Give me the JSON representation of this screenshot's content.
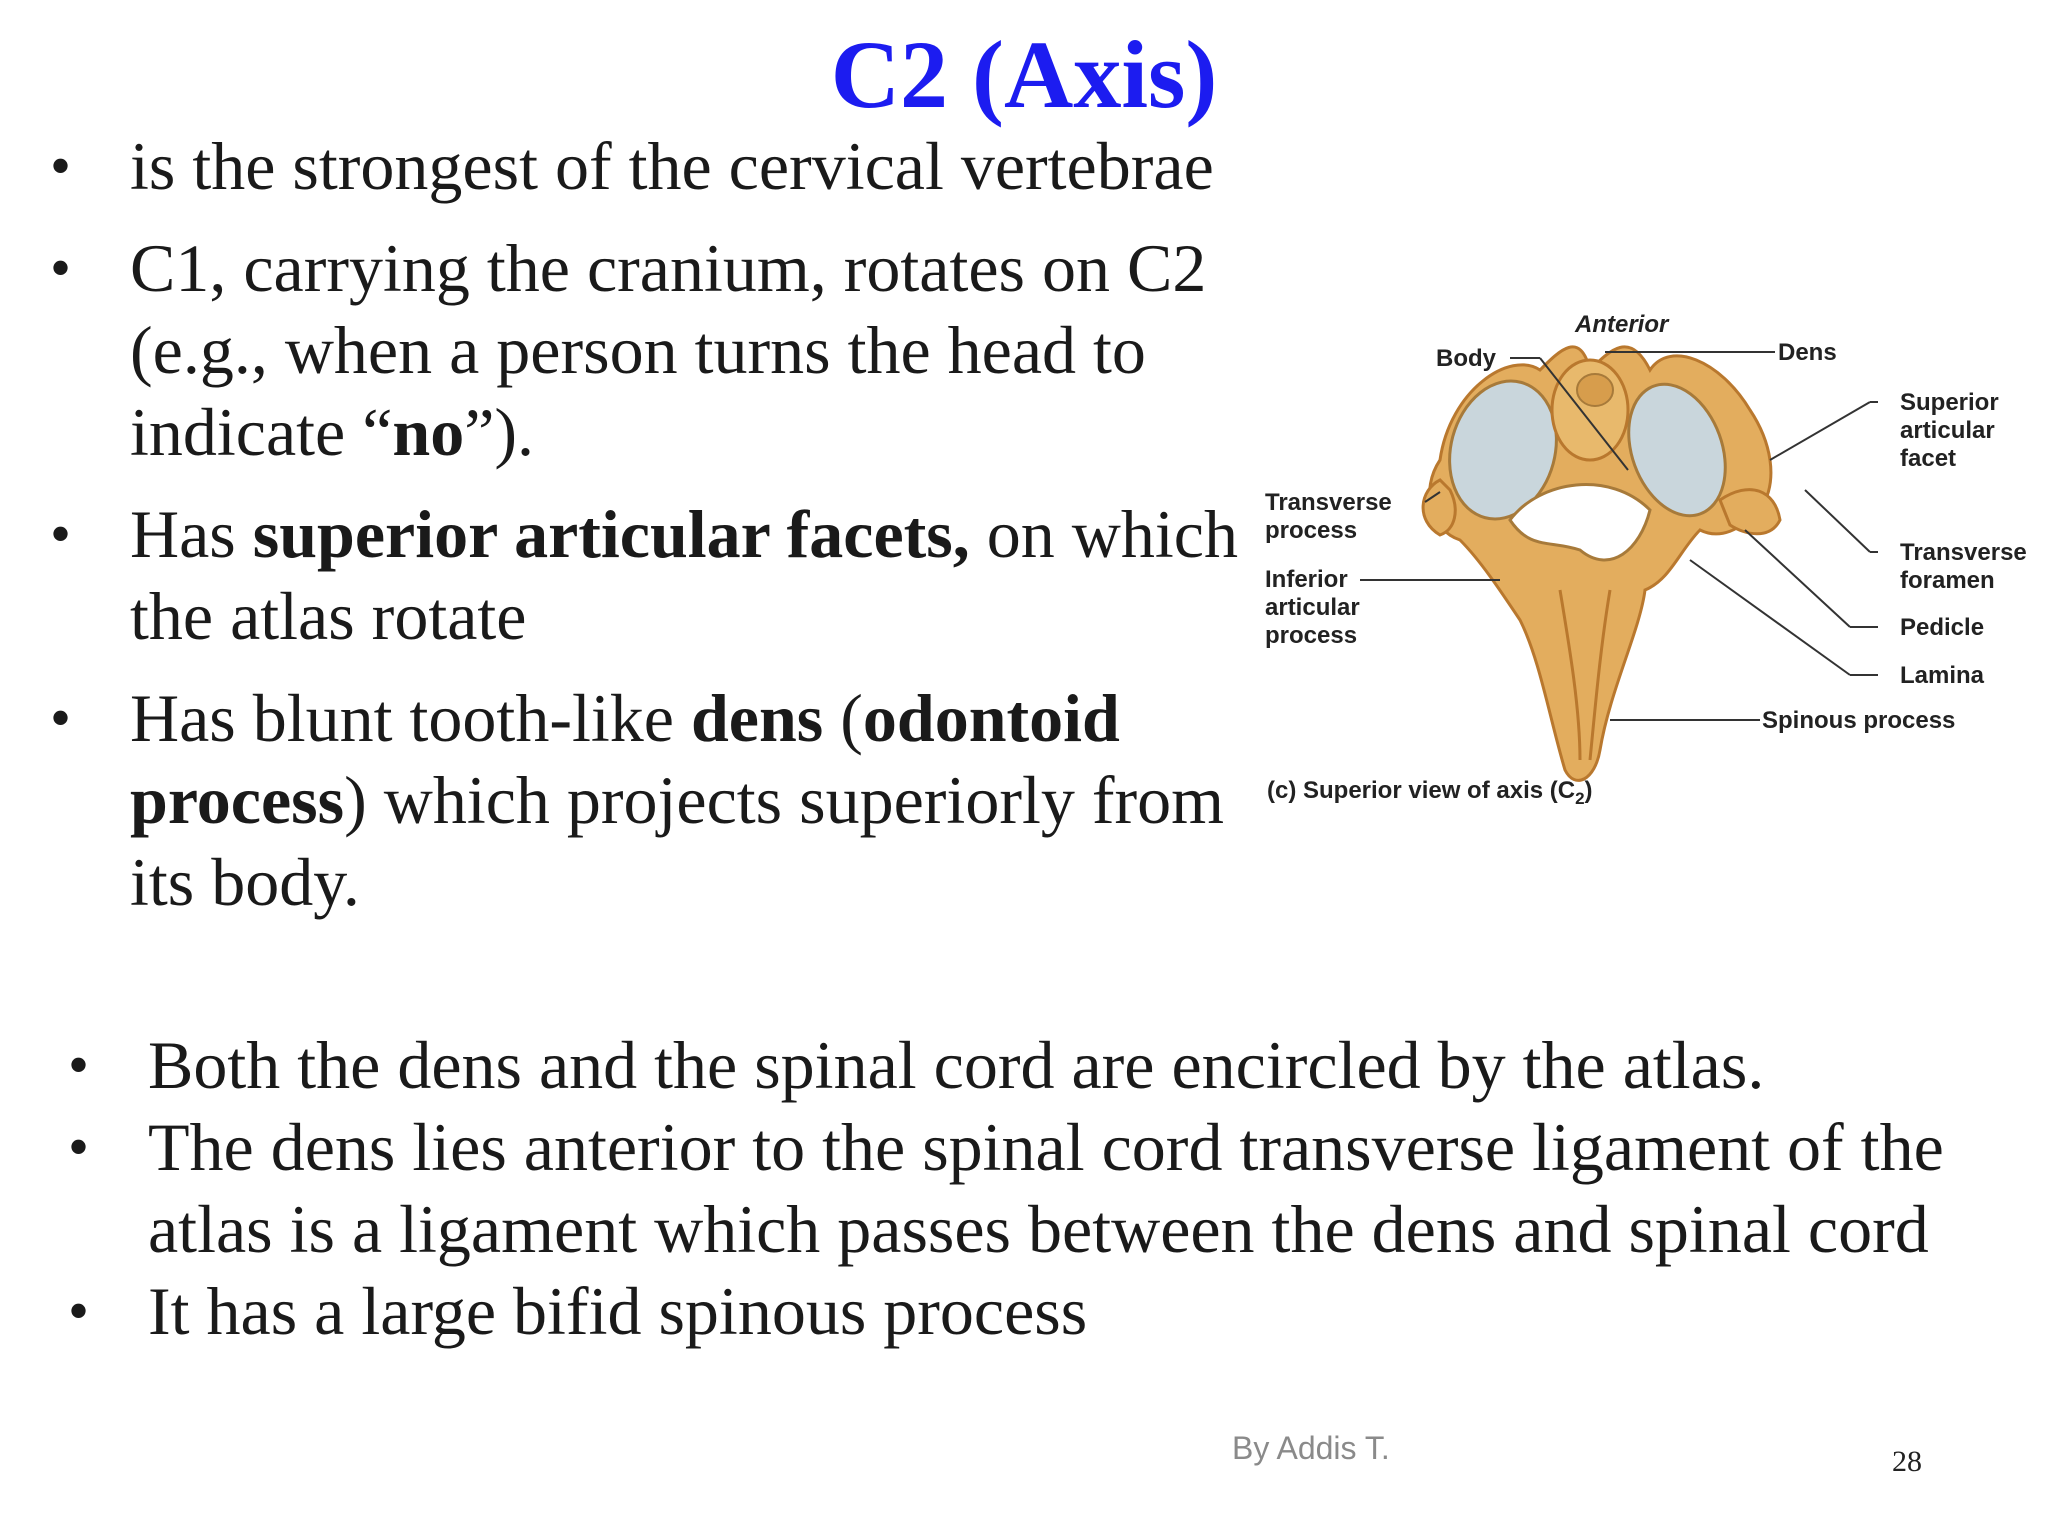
{
  "title": "C2 (Axis)",
  "bullets_top": [
    {
      "parts": [
        {
          "t": "is the strongest of the cervical vertebrae",
          "b": false
        }
      ]
    },
    {
      "parts": [
        {
          "t": "C1, carrying the cranium, rotates on C2 (e.g., when a person turns the head to indicate “",
          "b": false
        },
        {
          "t": "no",
          "b": true
        },
        {
          "t": "”).",
          "b": false
        }
      ]
    },
    {
      "parts": [
        {
          "t": "Has  ",
          "b": false
        },
        {
          "t": "superior articular facets,",
          "b": true
        },
        {
          "t": " on which the atlas rotate",
          "b": false
        }
      ]
    },
    {
      "parts": [
        {
          "t": "Has blunt tooth-like ",
          "b": false
        },
        {
          "t": "dens",
          "b": true
        },
        {
          "t": " (",
          "b": false
        },
        {
          "t": "odontoid process",
          "b": true
        },
        {
          "t": ") which projects superiorly from its body.",
          "b": false
        }
      ]
    }
  ],
  "bullets_bottom": [
    "Both the dens and the spinal cord are encircled by the atlas.",
    "The dens lies anterior to the spinal cord  transverse ligament of the atlas is a ligament which passes between the dens and spinal cord",
    "It has a large bifid spinous process"
  ],
  "figure": {
    "labels": {
      "anterior": "Anterior",
      "body": "Body",
      "dens": "Dens",
      "superior_articular_facet": [
        "Superior",
        "articular",
        "facet"
      ],
      "transverse_process": [
        "Transverse",
        "process"
      ],
      "inferior_articular_process": [
        "Inferior",
        "articular",
        "process"
      ],
      "transverse_foramen": [
        "Transverse",
        "foramen"
      ],
      "pedicle": "Pedicle",
      "lamina": "Lamina",
      "spinous_process": "Spinous process"
    },
    "caption_prefix": "(c)  Superior view of axis (C",
    "caption_subscript": "2",
    "caption_suffix": ")",
    "colors": {
      "bone": "#e3ad5e",
      "bone_dark": "#b9782e",
      "facet": "#c9d6dc"
    }
  },
  "footer": {
    "author": "By Addis T.",
    "page": "28"
  }
}
